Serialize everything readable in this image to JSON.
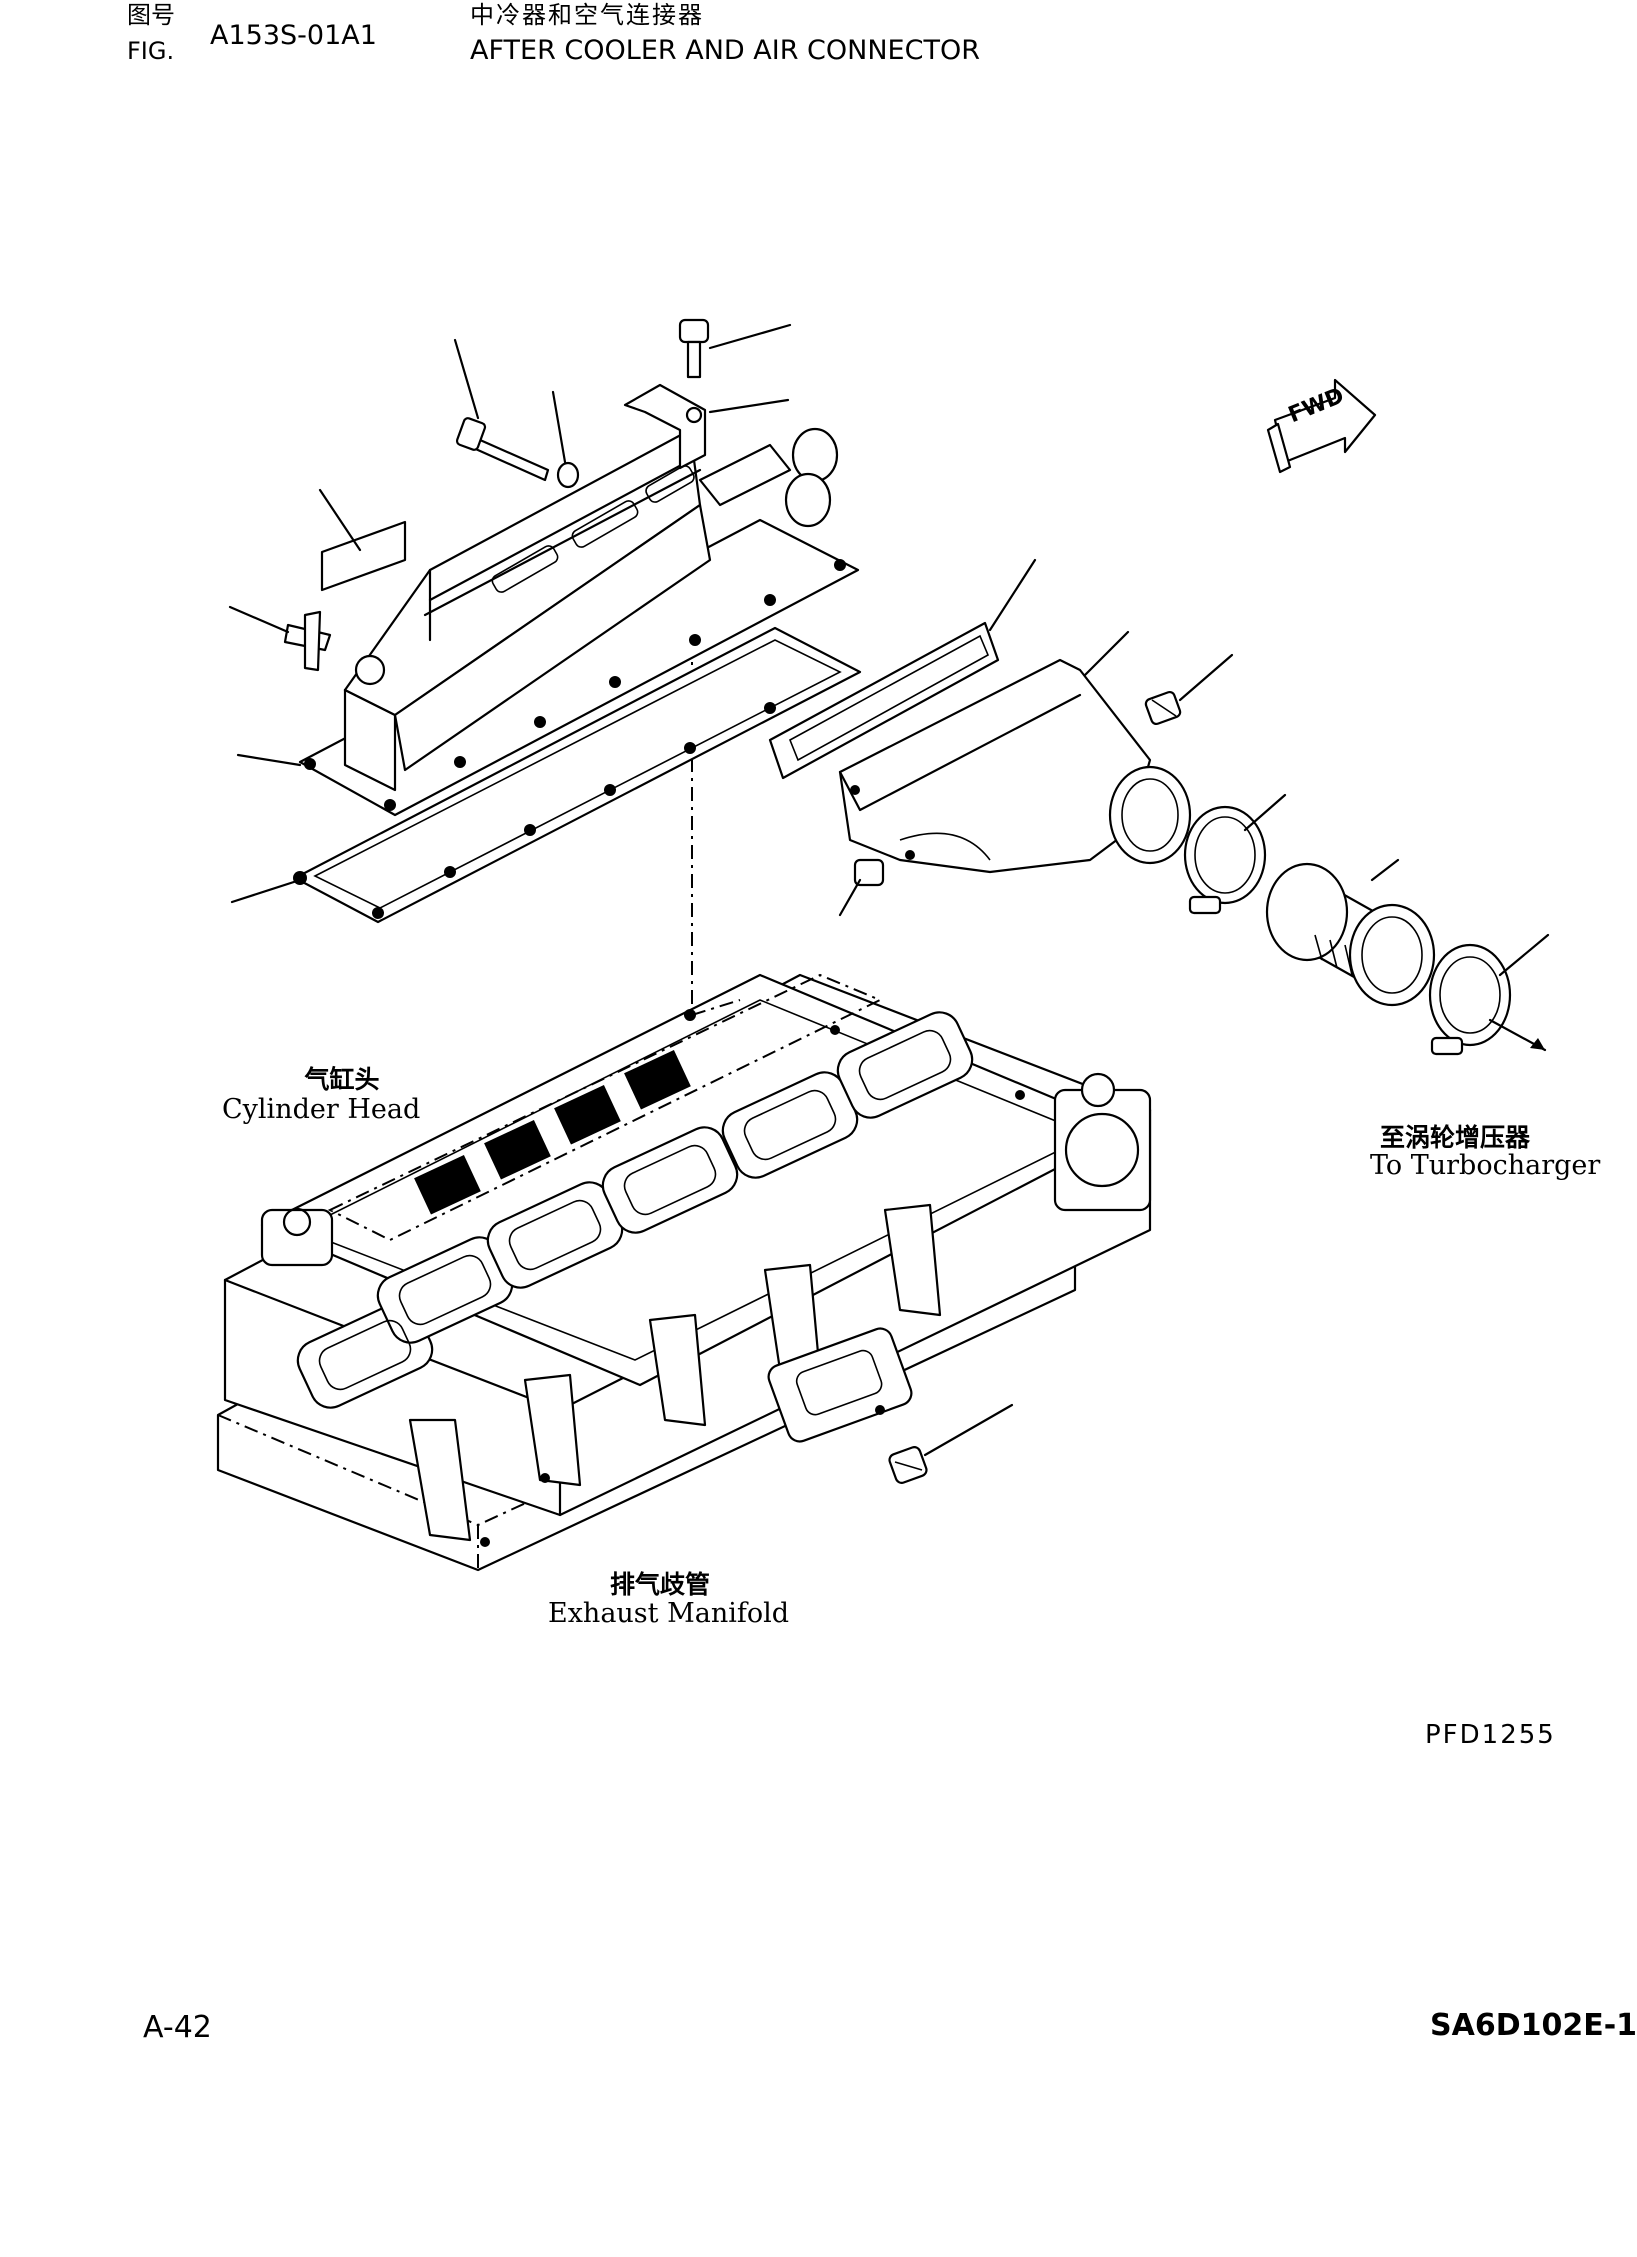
{
  "header": {
    "fig_label_cn": "图号",
    "fig_label_en": "FIG.",
    "fig_number": "A153S-01A1",
    "title_cn": "中冷器和空气连接器",
    "title_en": "AFTER COOLER AND AIR CONNECTOR"
  },
  "callouts": {
    "cylinder_head": {
      "cn": "气缸头",
      "en": "Cylinder Head"
    },
    "exhaust_manifold": {
      "cn": "排气歧管",
      "en": "Exhaust Manifold"
    },
    "turbocharger": {
      "cn": "至涡轮增压器",
      "en": "To Turbocharger"
    }
  },
  "fwd_label": "FWD",
  "drawing_code": "PFD1255",
  "footer": {
    "page": "A-42",
    "model": "SA6D102E-1"
  }
}
